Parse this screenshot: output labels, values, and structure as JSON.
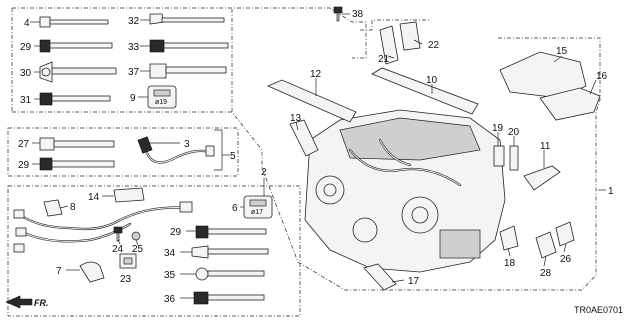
{
  "diagram": {
    "code": "TR0AE0701",
    "direction_label": "FR.",
    "part_labels": {
      "p1": "1",
      "p2": "2",
      "p3": "3",
      "p4": "4",
      "p5": "5",
      "p6": "6",
      "p7": "7",
      "p8": "8",
      "p9": "9",
      "p10": "10",
      "p11": "11",
      "p12": "12",
      "p13": "13",
      "p14": "14",
      "p15": "15",
      "p16": "16",
      "p17": "17",
      "p18": "18",
      "p19": "19",
      "p20": "20",
      "p21": "21",
      "p22": "22",
      "p23": "23",
      "p24": "24",
      "p25": "25",
      "p26": "26",
      "p27": "27",
      "p28": "28",
      "p29a": "29",
      "p29b": "29",
      "p29c": "29",
      "p30": "30",
      "p31": "31",
      "p32": "32",
      "p33": "33",
      "p34": "34",
      "p35": "35",
      "p36": "36",
      "p37": "37",
      "p38": "38"
    },
    "size_marks": {
      "m9": "ø19",
      "m6": "ø17"
    }
  }
}
